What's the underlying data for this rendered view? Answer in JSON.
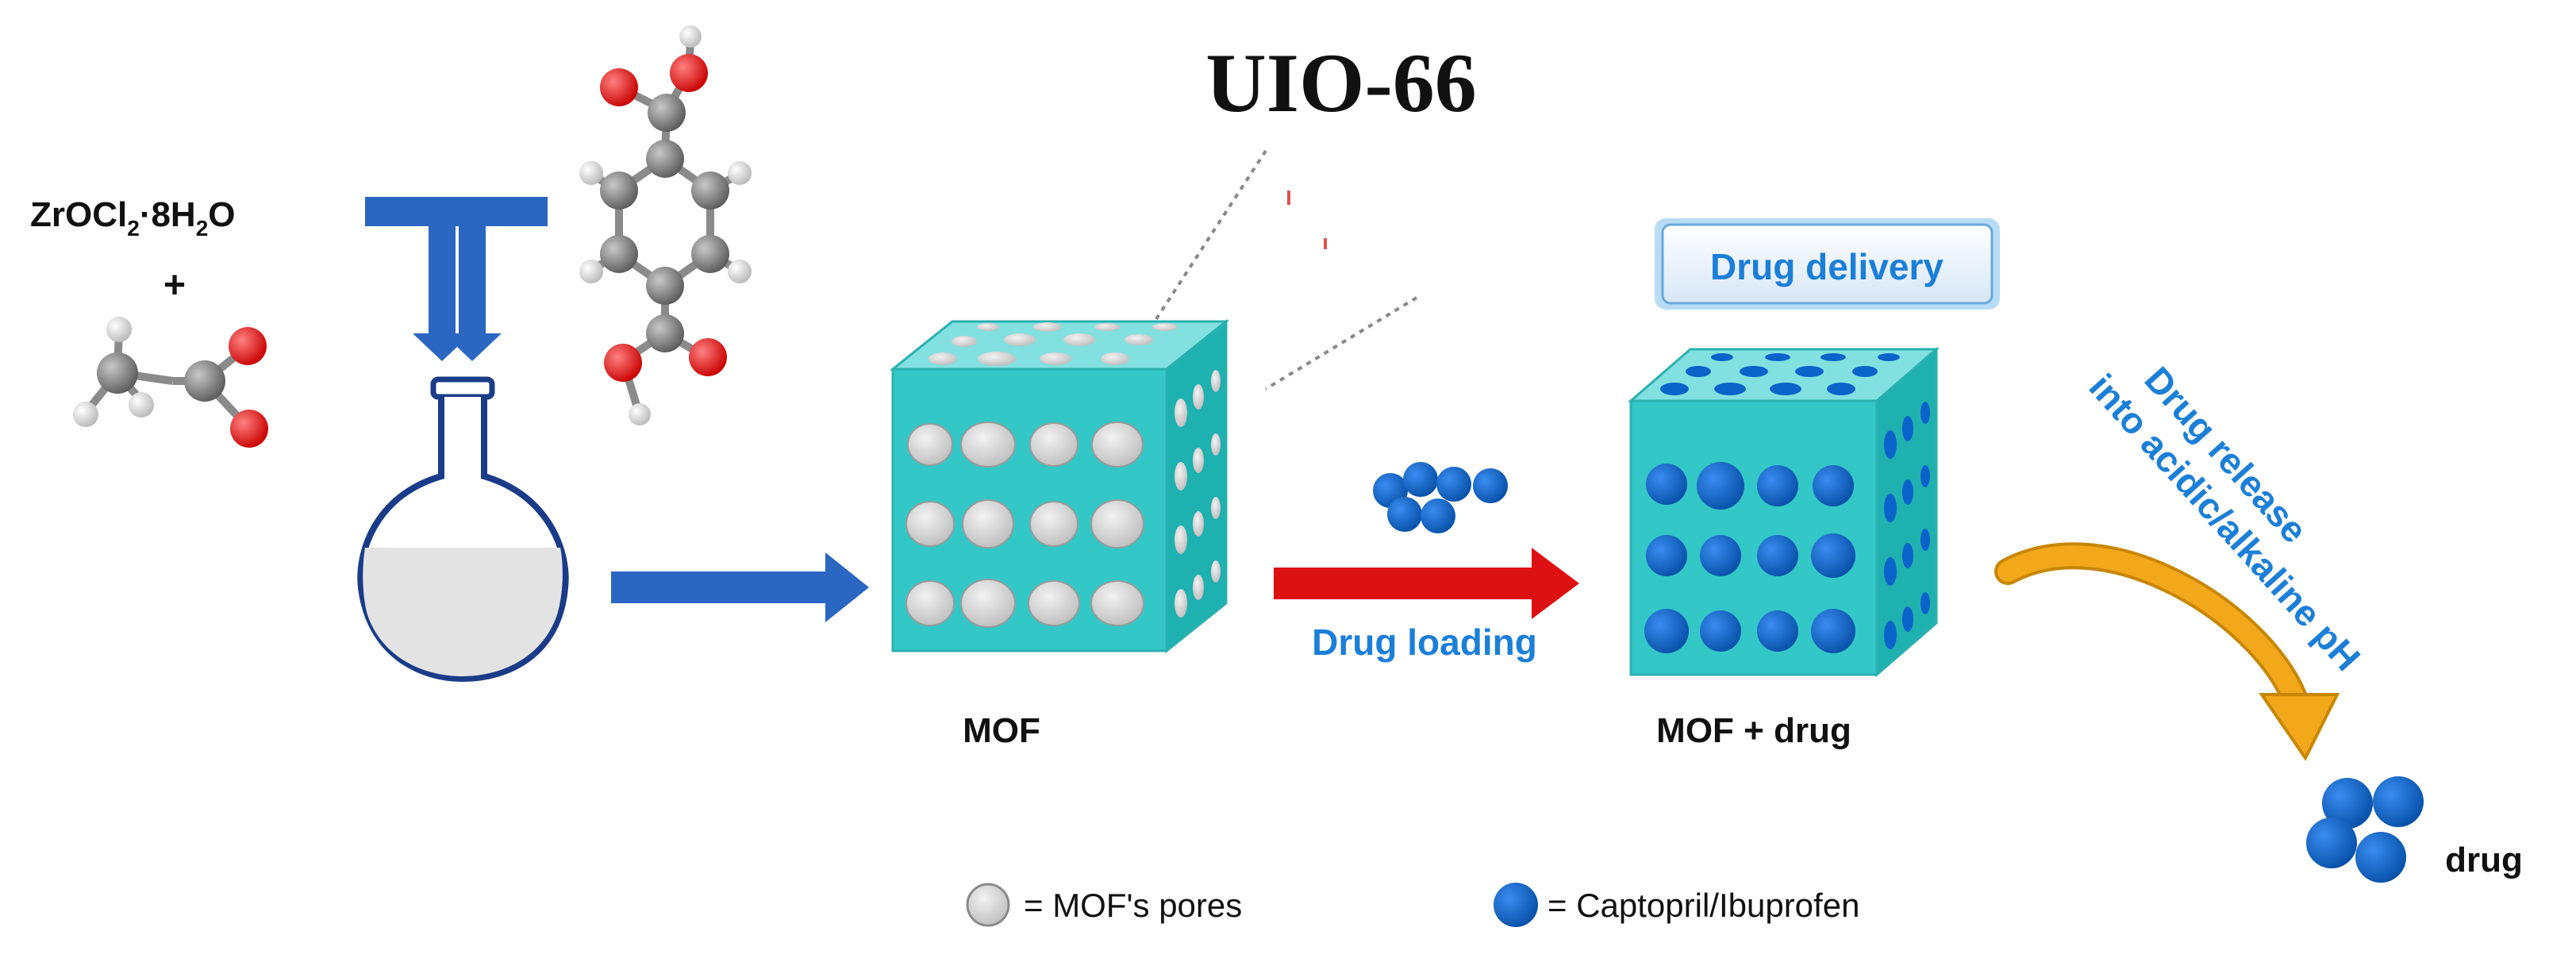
{
  "title": "UIO-66",
  "reagents": {
    "metal_salt_main": "ZrOCl",
    "metal_salt_sub2": "2",
    "metal_salt_mid": "·8H",
    "metal_salt_sub2b": "2",
    "metal_salt_end": "O",
    "plus": "+"
  },
  "labels": {
    "mof": "MOF",
    "mof_drug": "MOF + drug",
    "drug_loading": "Drug loading",
    "drug_delivery": "Drug delivery",
    "drug_release_line1": "Drug release",
    "drug_release_line2": "into acidic/alkaline pH",
    "drug": "drug"
  },
  "legend": {
    "pores": "= MOF's pores",
    "drug": "= Captopril/Ibuprofen"
  },
  "colors": {
    "cube_front": "#33c7c7",
    "cube_top": "#7adede",
    "cube_side": "#1fb0b0",
    "pore": "#d9d9d9",
    "drug_blue": "#0a63c9",
    "arrow_blue": "#2a66c2",
    "arrow_red": "#dd1111",
    "arrow_orange": "#f2a81a",
    "label_blue": "#1b7fd8",
    "oxygen": "#e01010",
    "carbon": "#888888",
    "hydrogen": "#e6e6e6"
  }
}
